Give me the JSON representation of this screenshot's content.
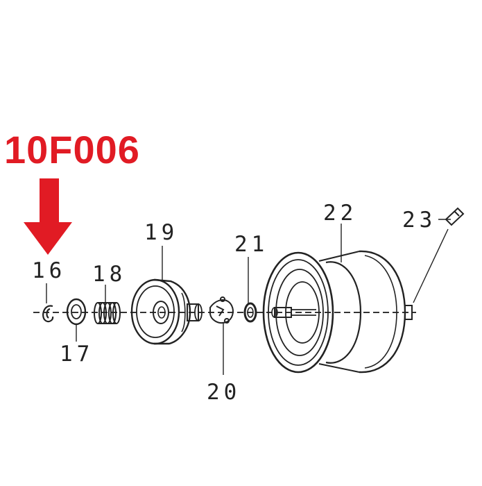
{
  "part_code": "10F006",
  "highlight_color": "#e11b24",
  "callouts": {
    "c16": "16",
    "c17": "17",
    "c18": "18",
    "c19": "19",
    "c20": "20",
    "c21": "21",
    "c22": "22",
    "c23": "23"
  }
}
